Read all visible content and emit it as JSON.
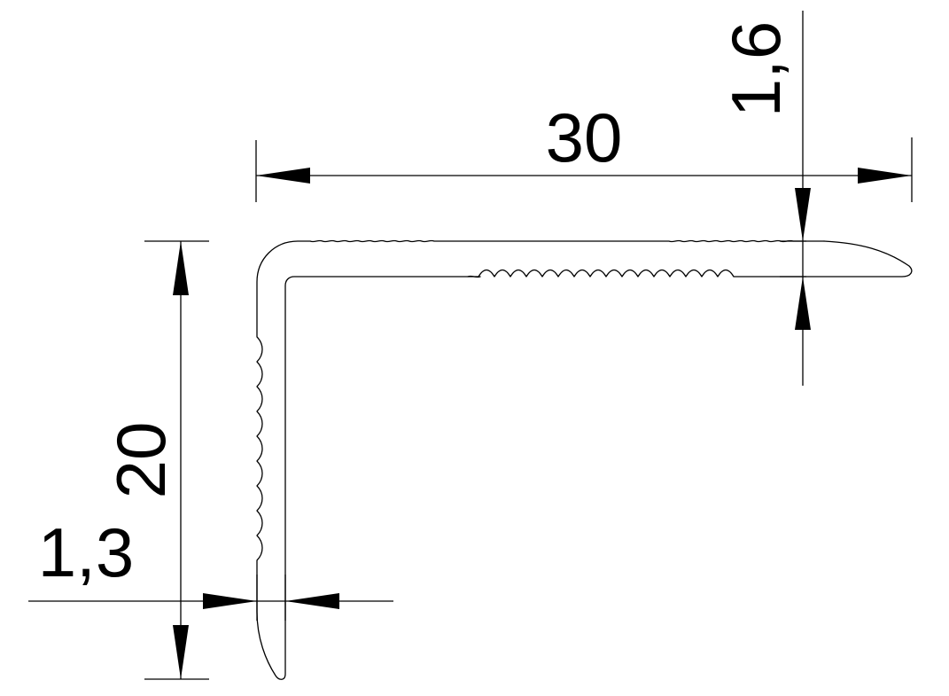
{
  "dimensions": {
    "width_30": "30",
    "thickness_top": "1,6",
    "height_20": "20",
    "thickness_side": "1,3"
  },
  "colors": {
    "line": "#000000",
    "background": "#ffffff"
  }
}
